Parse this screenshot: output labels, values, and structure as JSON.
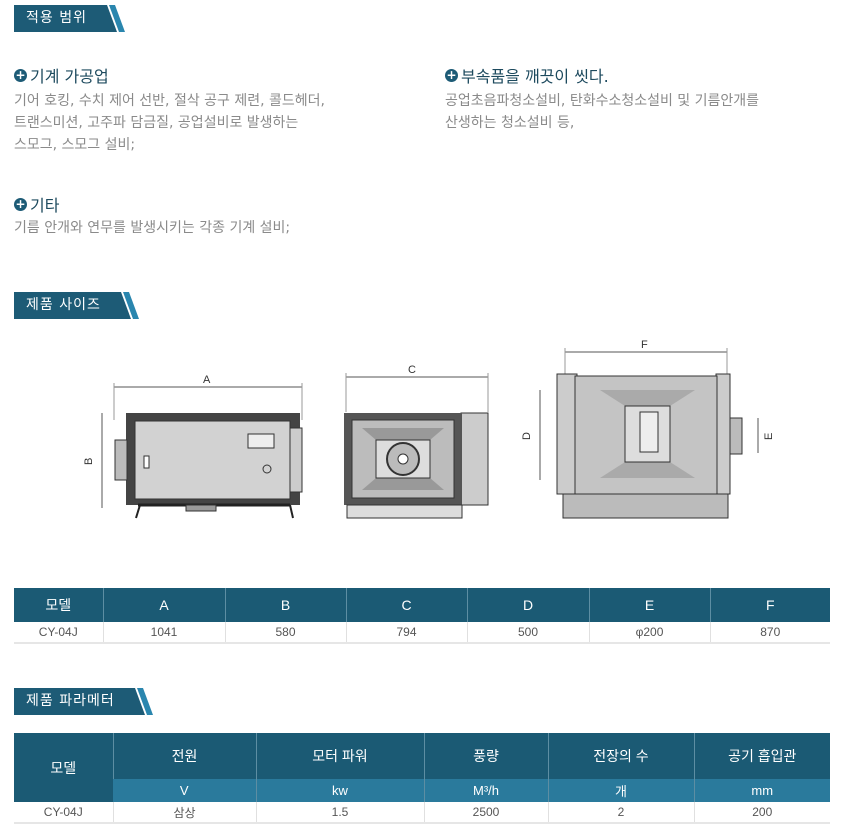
{
  "sections": {
    "scope": "적용 범위",
    "size": "제품 사이즈",
    "params": "제품 파라메터"
  },
  "scope": {
    "items": [
      {
        "title": "기계 가공업",
        "lines": [
          "기어 호킹, 수치 제어 선반, 절삭 공구 제련, 콜드헤더,",
          "트랜스미션, 고주파 담금질, 공업설비로 발생하는",
          "스모그, 스모그 설비;"
        ]
      },
      {
        "title": "부속품을 깨끗이 씻다.",
        "lines": [
          "공업초음파청소설비, 탄화수소청소설비 및 기름안개를",
          "산생하는 청소설비 등,"
        ]
      },
      {
        "title": "기타",
        "lines": [
          "기름 안개와 연무를 발생시키는 각종 기계 설비;"
        ]
      }
    ]
  },
  "diagram_labels": {
    "A": "A",
    "B": "B",
    "C": "C",
    "D": "D",
    "E": "E",
    "F": "F"
  },
  "size_table": {
    "headers": [
      "모델",
      "A",
      "B",
      "C",
      "D",
      "E",
      "F"
    ],
    "rows": [
      [
        "CY-04J",
        "1041",
        "580",
        "794",
        "500",
        "φ200",
        "870"
      ]
    ]
  },
  "param_table": {
    "model_header": "모델",
    "headers": [
      "전원",
      "모터 파워",
      "풍량",
      "전장의 수",
      "공기 흡입관"
    ],
    "units": [
      "V",
      "kw",
      "M³/h",
      "개",
      "mm"
    ],
    "rows": [
      [
        "CY-04J",
        "삼상",
        "1.5",
        "2500",
        "2",
        "200"
      ]
    ]
  }
}
